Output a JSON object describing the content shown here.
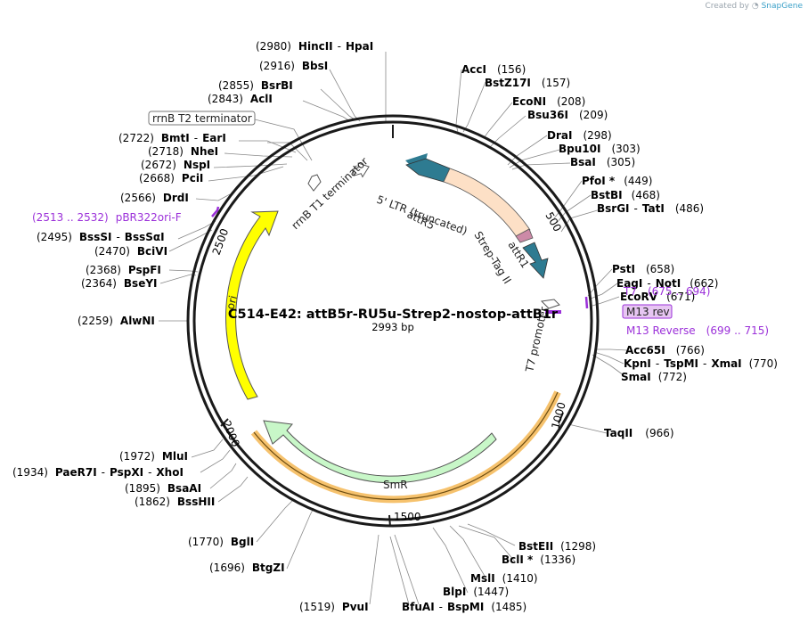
{
  "credit": {
    "prefix": "Created by",
    "brand": "SnapGene"
  },
  "plasmid": {
    "name": "C514-E42: attB5r-RU5u-Strep2-nostop-attB1r",
    "length_label": "2993 bp"
  },
  "ticks": [
    "500",
    "1000",
    "1500",
    "2000",
    "2500"
  ],
  "features": {
    "attR5": "attR5",
    "ltr": "5' LTR (truncated)",
    "strep": "Strep-Tag II",
    "attR1": "attR1",
    "t7prom": "T7 promoter",
    "smr": "SmR",
    "ori": "ori",
    "t1term": "rrnB T1 terminator",
    "t2term": "rrnB T2 terminator",
    "m13rev_box": "M13 rev"
  },
  "sites": [
    {
      "name": "HincII",
      "name2": "HpaI",
      "pos": "(2980)"
    },
    {
      "name": "BbsI",
      "pos": "(2916)"
    },
    {
      "name": "BsrBI",
      "pos": "(2855)"
    },
    {
      "name": "AclI",
      "pos": "(2843)"
    },
    {
      "name": "BmtI",
      "name2": "EarI",
      "pos": "(2722)"
    },
    {
      "name": "NheI",
      "pos": "(2718)"
    },
    {
      "name": "NspI",
      "pos": "(2672)"
    },
    {
      "name": "PciI",
      "pos": "(2668)"
    },
    {
      "name": "DrdI",
      "pos": "(2566)"
    },
    {
      "name": "BssSI",
      "name2": "BssSαI",
      "pos": "(2495)"
    },
    {
      "name": "BciVI",
      "pos": "(2470)"
    },
    {
      "name": "PspFI",
      "pos": "(2368)"
    },
    {
      "name": "BseYI",
      "pos": "(2364)"
    },
    {
      "name": "AlwNI",
      "pos": "(2259)"
    },
    {
      "name": "MluI",
      "pos": "(1972)"
    },
    {
      "name": "PaeR7I",
      "name2": "PspXI",
      "name3": "XhoI",
      "pos": "(1934)"
    },
    {
      "name": "BsaAI",
      "pos": "(1895)"
    },
    {
      "name": "BssHII",
      "pos": "(1862)"
    },
    {
      "name": "BglI",
      "pos": "(1770)"
    },
    {
      "name": "BtgZI",
      "pos": "(1696)"
    },
    {
      "name": "PvuI",
      "pos": "(1519)"
    },
    {
      "name": "BfuAI",
      "name2": "BspMI",
      "pos": "(1485)"
    },
    {
      "name": "BlpI",
      "pos": "(1447)"
    },
    {
      "name": "MslI",
      "pos": "(1410)"
    },
    {
      "name": "BclI *",
      "pos": "(1336)"
    },
    {
      "name": "BstEII",
      "pos": "(1298)"
    },
    {
      "name": "TaqII",
      "pos": "(966)"
    },
    {
      "name": "SmaI",
      "pos": "(772)"
    },
    {
      "name": "KpnI",
      "name2": "TspMI",
      "name3": "XmaI",
      "pos": "(770)"
    },
    {
      "name": "Acc65I",
      "pos": "(766)"
    },
    {
      "name": "EcoRV",
      "pos": "(671)"
    },
    {
      "name": "EagI",
      "name2": "NotI",
      "pos": "(662)"
    },
    {
      "name": "PstI",
      "pos": "(658)"
    },
    {
      "name": "BsrGI",
      "name2": "TatI",
      "pos": "(486)"
    },
    {
      "name": "BstBI",
      "pos": "(468)"
    },
    {
      "name": "PfoI *",
      "pos": "(449)"
    },
    {
      "name": "BsaI",
      "pos": "(305)"
    },
    {
      "name": "Bpu10I",
      "pos": "(303)"
    },
    {
      "name": "DraI",
      "pos": "(298)"
    },
    {
      "name": "Bsu36I",
      "pos": "(209)"
    },
    {
      "name": "EcoNI",
      "pos": "(208)"
    },
    {
      "name": "BstZ17I",
      "pos": "(157)"
    },
    {
      "name": "AccI",
      "pos": "(156)"
    }
  ],
  "primers": [
    {
      "name": "pBR322ori-F",
      "range": "(2513 .. 2532)"
    },
    {
      "name": "T7",
      "range": "(675 .. 694)"
    },
    {
      "name": "M13 Reverse",
      "range": "(699 .. 715)"
    }
  ],
  "colors": {
    "backbone": "#1a1a1a",
    "attR": "#2e7b91",
    "ltr": "#fde0c6",
    "strep": "#cc8aa7",
    "smr": "#c8f7c8",
    "ori": "#ffff00",
    "orf": "#f3ad3c",
    "primer": "#9b30d9",
    "m13_box": "#e7c6f2"
  }
}
